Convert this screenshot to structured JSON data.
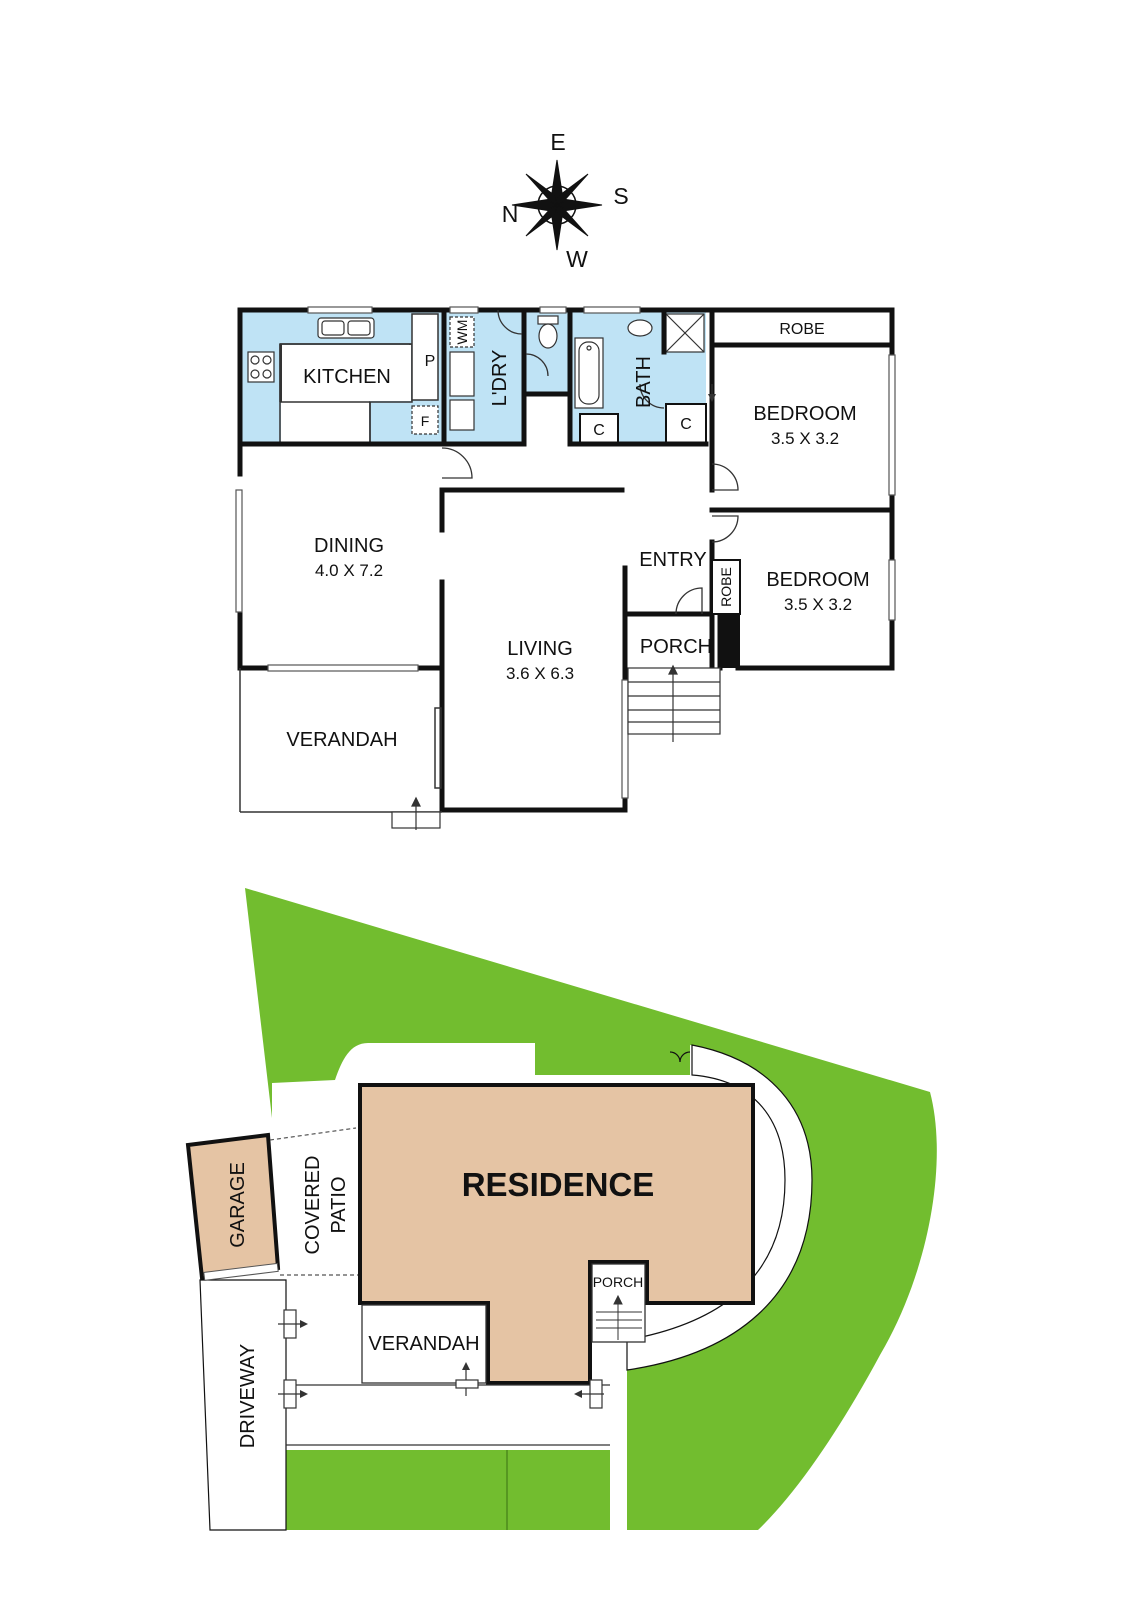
{
  "compass": {
    "east": "E",
    "south": "S",
    "west": "W",
    "north": "N"
  },
  "floor_plan": {
    "kitchen": {
      "label": "KITCHEN",
      "pantry": "P",
      "fridge": "F"
    },
    "laundry": {
      "label": "L'DRY",
      "washing_machine": "WM"
    },
    "bath": {
      "label": "BATH",
      "cupboard": "C"
    },
    "hall_cupboard": "C",
    "robe_top": "ROBE",
    "bedroom1": {
      "label": "BEDROOM",
      "size": "3.5 X 3.2"
    },
    "bedroom2": {
      "label": "BEDROOM",
      "size": "3.5 X 3.2"
    },
    "robe_side": "ROBE",
    "dining": {
      "label": "DINING",
      "size": "4.0 X 7.2"
    },
    "living": {
      "label": "LIVING",
      "size": "3.6 X 6.3"
    },
    "entry": "ENTRY",
    "porch": "PORCH",
    "verandah": "VERANDAH"
  },
  "site_plan": {
    "residence": "RESIDENCE",
    "garage": "GARAGE",
    "covered_patio": [
      "COVERED",
      "PATIO"
    ],
    "driveway": "DRIVEWAY",
    "verandah": "VERANDAH",
    "porch": "PORCH"
  },
  "colors": {
    "wet_area": "#bfe3f5",
    "lawn": "#72bd2f",
    "residence": "#e5c4a4",
    "wall": "#111111"
  }
}
